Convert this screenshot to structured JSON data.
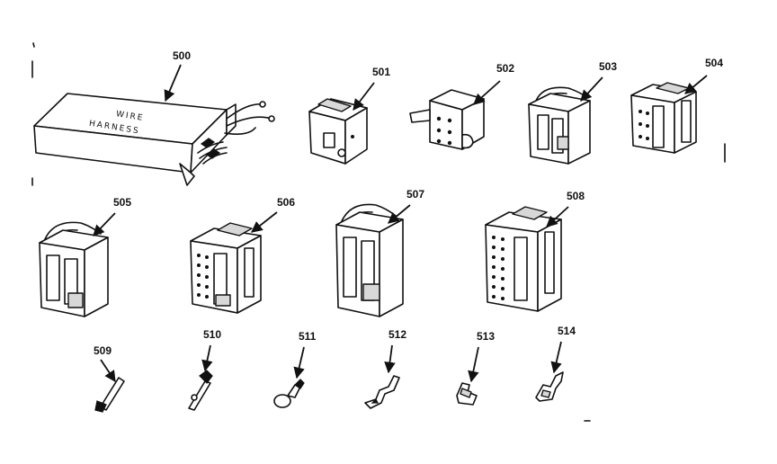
{
  "box_text": [
    "WIRE",
    "HARNESS"
  ],
  "parts": [
    {
      "id": "p500",
      "label": "500"
    },
    {
      "id": "p501",
      "label": "501"
    },
    {
      "id": "p502",
      "label": "502"
    },
    {
      "id": "p503",
      "label": "503"
    },
    {
      "id": "p504",
      "label": "504"
    },
    {
      "id": "p505",
      "label": "505"
    },
    {
      "id": "p506",
      "label": "506"
    },
    {
      "id": "p507",
      "label": "507"
    },
    {
      "id": "p508",
      "label": "508"
    },
    {
      "id": "p509",
      "label": "509"
    },
    {
      "id": "p510",
      "label": "510"
    },
    {
      "id": "p511",
      "label": "511"
    },
    {
      "id": "p512",
      "label": "512"
    },
    {
      "id": "p513",
      "label": "513"
    },
    {
      "id": "p514",
      "label": "514"
    }
  ]
}
